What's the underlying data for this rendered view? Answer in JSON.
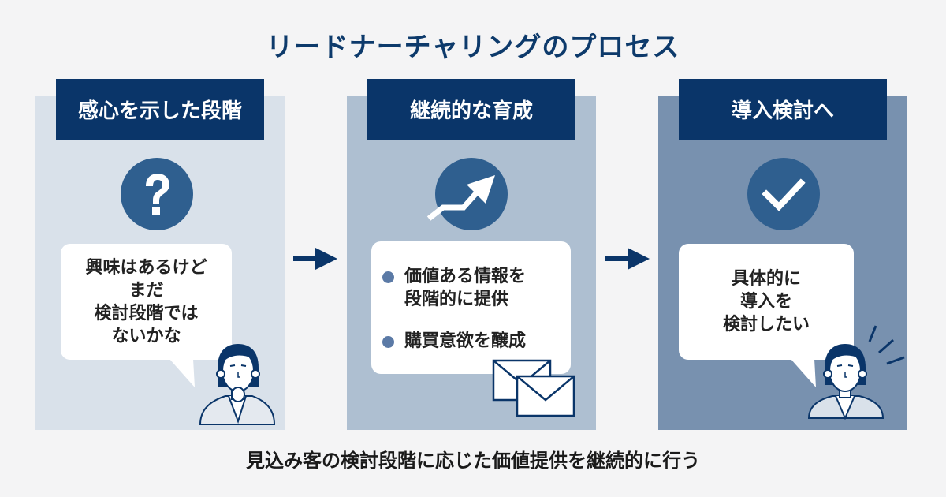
{
  "title": "リードナーチャリングのプロセス",
  "colors": {
    "background": "#f4f4f5",
    "header": "#0a3569",
    "title_text": "#0d3a6b",
    "icon_circle": "#2f5f8f",
    "panel1": "#d9e1ea",
    "panel2": "#aebfd1",
    "panel3": "#7891af",
    "bullet": "#5b7aa6"
  },
  "stages": [
    {
      "header": "感心を示した段階",
      "icon": "question-mark-icon",
      "bubble_lines": [
        "興味はあるけど",
        "まだ",
        "検討段階では",
        "ないかな"
      ],
      "figure": "thinking-woman-icon"
    },
    {
      "header": "継続的な育成",
      "icon": "trend-up-arrow-icon",
      "bullets": [
        {
          "lines": [
            "価値ある情報を",
            "段階的に提供"
          ]
        },
        {
          "lines": [
            "購買意欲を醸成"
          ]
        }
      ],
      "figure": "envelopes-icon"
    },
    {
      "header": "導入検討へ",
      "icon": "checkmark-icon",
      "bubble_lines": [
        "具体的に",
        "導入を",
        "検討したい"
      ],
      "figure": "excited-woman-icon"
    }
  ],
  "connectors": [
    "right-arrow-icon",
    "right-arrow-icon"
  ],
  "footer": "見込み客の検討段階に応じた価値提供を継続的に行う"
}
